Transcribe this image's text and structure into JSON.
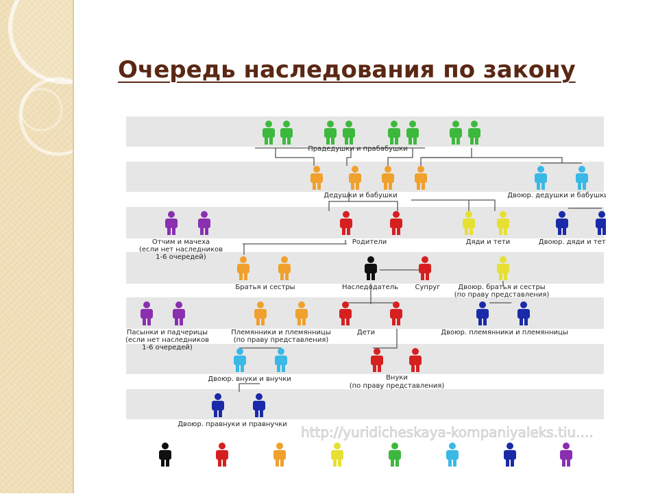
{
  "title": "Очередь наследования по закону",
  "colors": {
    "title": "#5a2814",
    "band": "#e6e6e6",
    "line": "#555555",
    "green": "#3cb93c",
    "orange": "#f0a02d",
    "cyan": "#3ab8e6",
    "violet": "#8a2fb0",
    "red": "#d62020",
    "yellow": "#e6e032",
    "blue": "#1a2aa8",
    "black": "#101010"
  },
  "labels": {
    "great_grandparents": "Прадедушки и прабабушки",
    "grandparents": "Дедушки и бабушки",
    "cousin_grandparents": "Двоюр. дедушки и бабушки",
    "stepparents": "Отчим и мачеха",
    "stepparents_note": "(если нет наследников",
    "stepparents_queue": "1-6 очередей)",
    "parents": "Родители",
    "aunts_uncles": "Дяди и тети",
    "cousin_aunts_uncles": "Двоюр. дяди и тети",
    "siblings": "Братья и сестры",
    "testator": "Наследодатель",
    "spouse": "Супруг",
    "cousins": "Двоюр. братья и сестры",
    "cousins_note": "(по праву представления)",
    "stepchildren": "Пасынки и падчерицы",
    "stepchildren_note": "(если нет наследников",
    "stepchildren_queue": "1-6 очередей)",
    "nephews": "Племянники и племянницы",
    "nephews_note": "(по праву представления)",
    "children": "Дети",
    "cousin_nephews": "Двоюр. племянники и племянницы",
    "cousin_grandchildren": "Двоюр. внуки и внучки",
    "grandchildren": "Внуки",
    "grandchildren_note": "(по праву представления)",
    "cousin_great_grandchildren": "Двоюр. правнуки и правнучки",
    "watermark": "http://yuridicheskaya-kompaniyaleks.tiu...."
  },
  "legend": [
    {
      "icon": "black"
    },
    {
      "icon": "red"
    },
    {
      "icon": "orange"
    },
    {
      "icon": "yellow"
    },
    {
      "icon": "green"
    },
    {
      "icon": "cyan"
    },
    {
      "icon": "blue"
    },
    {
      "icon": "violet"
    }
  ]
}
